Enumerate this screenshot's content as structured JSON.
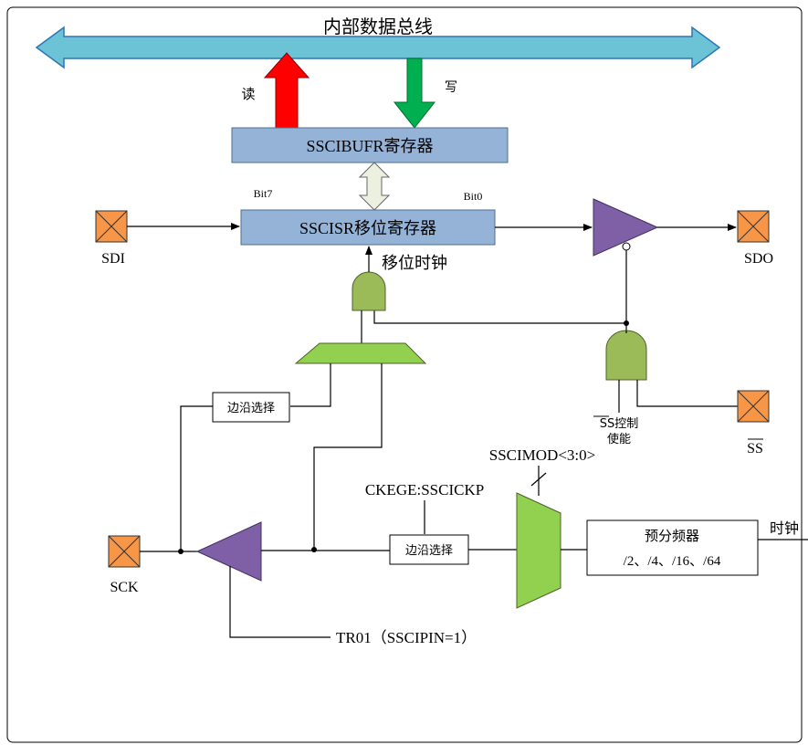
{
  "bus": {
    "label": "内部数据总线"
  },
  "read_label": "读",
  "write_label": "写",
  "buffer_register": {
    "label": "SSCIBUFR寄存器"
  },
  "shift_register": {
    "label": "SSCISR移位寄存器",
    "bit_left": "Bit7",
    "bit_right": "Bit0"
  },
  "shift_clock_label": "移位时钟",
  "pins": {
    "sdi": "SDI",
    "sdo": "SDO",
    "ss": "SS",
    "sck": "SCK"
  },
  "edge_select_top": "边沿选择",
  "edge_select_bottom": "边沿选择",
  "ss_control": {
    "line1_overbar": "SS",
    "line1_rest": "控制",
    "line2": "使能"
  },
  "mod_label": "SSCIMOD<3:0>",
  "ckege_label": "CKEGE:SSCICKP",
  "prescaler": {
    "title": "预分频器",
    "divisions": "/2、/4、/16、/64"
  },
  "clock_out_label": "时钟",
  "tr01_label": "TR01（SSCIPIN=1）",
  "colors": {
    "bus_fill": "#6CC3D6",
    "register_fill": "#95B3D7",
    "read_arrow": "#FF0000",
    "write_arrow": "#00B050",
    "pin_fill": "#F79646",
    "buffer_purple": "#7F5FA6",
    "gate_green": "#9BBB59",
    "mux_green": "#92D050"
  }
}
